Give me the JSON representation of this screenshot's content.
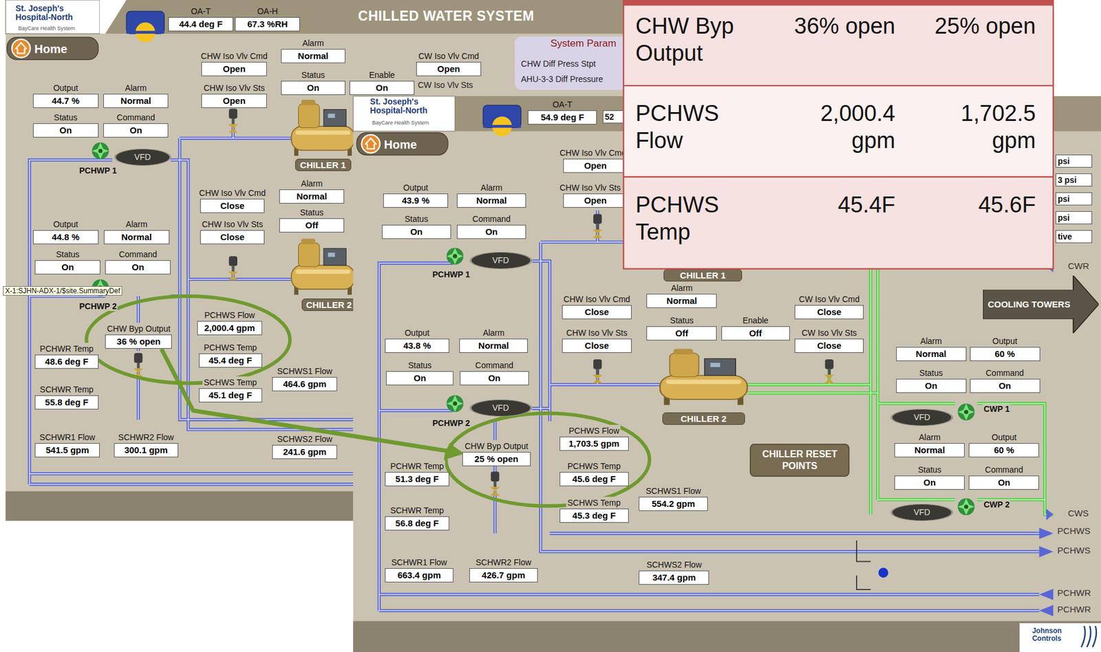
{
  "diagram": {
    "nodes": [
      {
        "text": [
          "OA-T",
          "44.4 deg F"
        ]
      },
      {
        "text": [
          "OA-H",
          "67.3 %RH"
        ]
      },
      {
        "text": [
          "Home"
        ]
      },
      {
        "text": [
          "Output",
          "44.7 %"
        ]
      },
      {
        "text": [
          "Alarm",
          "Normal"
        ]
      },
      {
        "text": [
          "Status",
          "On"
        ]
      },
      {
        "text": [
          "Command",
          "On"
        ]
      },
      {
        "text": [
          "CHW Iso Vlv Cmd",
          "Open"
        ]
      },
      {
        "text": [
          "CHW Iso Vlv Sts",
          "Open"
        ]
      },
      {
        "text": [
          "Alarm",
          "Normal"
        ]
      },
      {
        "text": [
          "Status",
          "On"
        ]
      },
      {
        "text": [
          "Enable",
          "On"
        ]
      },
      {
        "text": [
          "CW Iso Vlv Cmd",
          "Open"
        ]
      },
      {
        "text": [
          "VFD"
        ]
      },
      {
        "text": [
          "CHILLER 1"
        ]
      },
      {
        "text": [
          "Output",
          "44.8 %"
        ]
      },
      {
        "text": [
          "Alarm",
          "Normal"
        ]
      },
      {
        "text": [
          "Status",
          "On"
        ]
      },
      {
        "text": [
          "Command",
          "On"
        ]
      },
      {
        "text": [
          "CHW Iso Vlv Cmd",
          "Close"
        ]
      },
      {
        "text": [
          "CHW Iso Vlv Sts",
          "Close"
        ]
      },
      {
        "text": [
          "Alarm",
          "Normal"
        ]
      },
      {
        "text": [
          "Status",
          "Off"
        ]
      },
      {
        "text": [
          "CHILLER 2"
        ]
      },
      {
        "text": [
          "CHW Byp Output",
          "36 % open"
        ]
      },
      {
        "text": [
          "PCHWR Temp",
          "48.6 deg F"
        ]
      },
      {
        "text": [
          "PCHWS Flow",
          "2,000.4 gpm"
        ]
      },
      {
        "text": [
          "PCHWS Temp",
          "45.4 deg F"
        ]
      },
      {
        "text": [
          "SCHWS Temp",
          "45.1 deg F"
        ]
      },
      {
        "text": [
          "SCHWS1 Flow",
          "464.6 gpm"
        ]
      },
      {
        "text": [
          "SCHWR Temp",
          "55.8 deg F"
        ]
      },
      {
        "text": [
          "SCHWR1 Flow",
          "541.5 gpm"
        ]
      },
      {
        "text": [
          "SCHWR2 Flow",
          "300.1 gpm"
        ]
      },
      {
        "text": [
          "SCHWS2 Flow",
          "241.6 gpm"
        ]
      },
      {
        "text": [
          "Home"
        ]
      },
      {
        "text": [
          "OA-T",
          "54.9 deg F"
        ]
      },
      {
        "text": [
          "CHW Iso Vlv Cmd",
          "Open"
        ]
      },
      {
        "text": [
          "Output",
          "43.9 %"
        ]
      },
      {
        "text": [
          "Alarm",
          "Normal"
        ]
      },
      {
        "text": [
          "CHW Iso Vlv Sts",
          "Open"
        ]
      },
      {
        "text": [
          "Status",
          "On"
        ]
      },
      {
        "text": [
          "Command",
          "On"
        ]
      },
      {
        "text": [
          "VFD"
        ]
      },
      {
        "text": [
          "CHILLER 1"
        ]
      },
      {
        "text": [
          "Alarm",
          "Normal"
        ]
      },
      {
        "text": [
          "CHW Iso Vlv Cmd",
          "Close"
        ]
      },
      {
        "text": [
          "CW Iso Vlv Cmd",
          "Close"
        ]
      },
      {
        "text": [
          "Output",
          "43.8 %"
        ]
      },
      {
        "text": [
          "Alarm",
          "Normal"
        ]
      },
      {
        "text": [
          "CHW Iso Vlv Sts",
          "Close"
        ]
      },
      {
        "text": [
          "Status",
          "Off"
        ]
      },
      {
        "text": [
          "Enable",
          "Off"
        ]
      },
      {
        "text": [
          "CW Iso Vlv Sts",
          "Close"
        ]
      },
      {
        "text": [
          "Status",
          "On"
        ]
      },
      {
        "text": [
          "Command",
          "On"
        ]
      },
      {
        "text": [
          "VFD"
        ]
      },
      {
        "text": [
          "CHILLER 2"
        ]
      },
      {
        "text": [
          "PCHWS Flow",
          "1,703.5 gpm"
        ]
      },
      {
        "text": [
          "CHW Byp Output",
          "25 % open"
        ]
      },
      {
        "text": [
          "PCHWR Temp",
          "51.3 deg F"
        ]
      },
      {
        "text": [
          "PCHWS Temp",
          "45.6 deg F"
        ]
      },
      {
        "text": [
          "SCHWS Temp",
          "45.3 deg F"
        ]
      },
      {
        "text": [
          "SCHWS1 Flow",
          "554.2 gpm"
        ]
      },
      {
        "text": [
          "SCHWR Temp",
          "56.8 deg F"
        ]
      },
      {
        "text": [
          "SCHWR1 Flow",
          "663.4 gpm"
        ]
      },
      {
        "text": [
          "SCHWR2 Flow",
          "426.7 gpm"
        ]
      },
      {
        "text": [
          "SCHWS2 Flow",
          "347.4 gpm"
        ]
      },
      {
        "text": [
          "CHILLER RESET POINTS"
        ]
      },
      {
        "text": [
          "COOLING TOWERS"
        ]
      },
      {
        "text": [
          "Alarm",
          "Normal"
        ]
      },
      {
        "text": [
          "Output",
          "60 %"
        ]
      },
      {
        "text": [
          "Status",
          "On"
        ]
      },
      {
        "text": [
          "Command",
          "On"
        ]
      },
      {
        "text": [
          "VFD"
        ]
      },
      {
        "text": [
          "Alarm",
          "Normal"
        ]
      },
      {
        "text": [
          "Output",
          "60 %"
        ]
      },
      {
        "text": [
          "Status",
          "On"
        ]
      },
      {
        "text": [
          "Command",
          "On"
        ]
      },
      {
        "text": [
          "VFD"
        ]
      }
    ],
    "edges": [
      {
        "from": 24,
        "to": 58,
        "arrow": "to"
      }
    ],
    "labels": [
      "St. Joseph's Hospital-North",
      "BayCare Health System",
      "CHILLED WATER SYSTEM",
      "System Param",
      "CHW Diff Press Stpt",
      "AHU-3-3 Diff Pressure",
      "CW Iso Vlv Sts",
      "PCHWP 1",
      "X-1:SJHN-ADX-1/$site.SummaryDef",
      "PCHWP 2",
      "St. Joseph's Hospital-North",
      "BayCare Health System",
      "52",
      "psi",
      "3 psi",
      "psi",
      "psi",
      "tive",
      "PCHWP 1",
      "PCHWP 2",
      "CWP 1",
      "CWP 2",
      "CWR",
      "CWS",
      "PCHWS",
      "PCHWS",
      "PCHWR",
      "PCHWR",
      "Johnson Controls",
      "CHW Byp Output",
      "36% open",
      "25% open",
      "PCHWS Flow",
      "2,000.4 gpm",
      "1,702.5 gpm",
      "PCHWS Temp",
      "45.4F",
      "45.6F"
    ]
  }
}
